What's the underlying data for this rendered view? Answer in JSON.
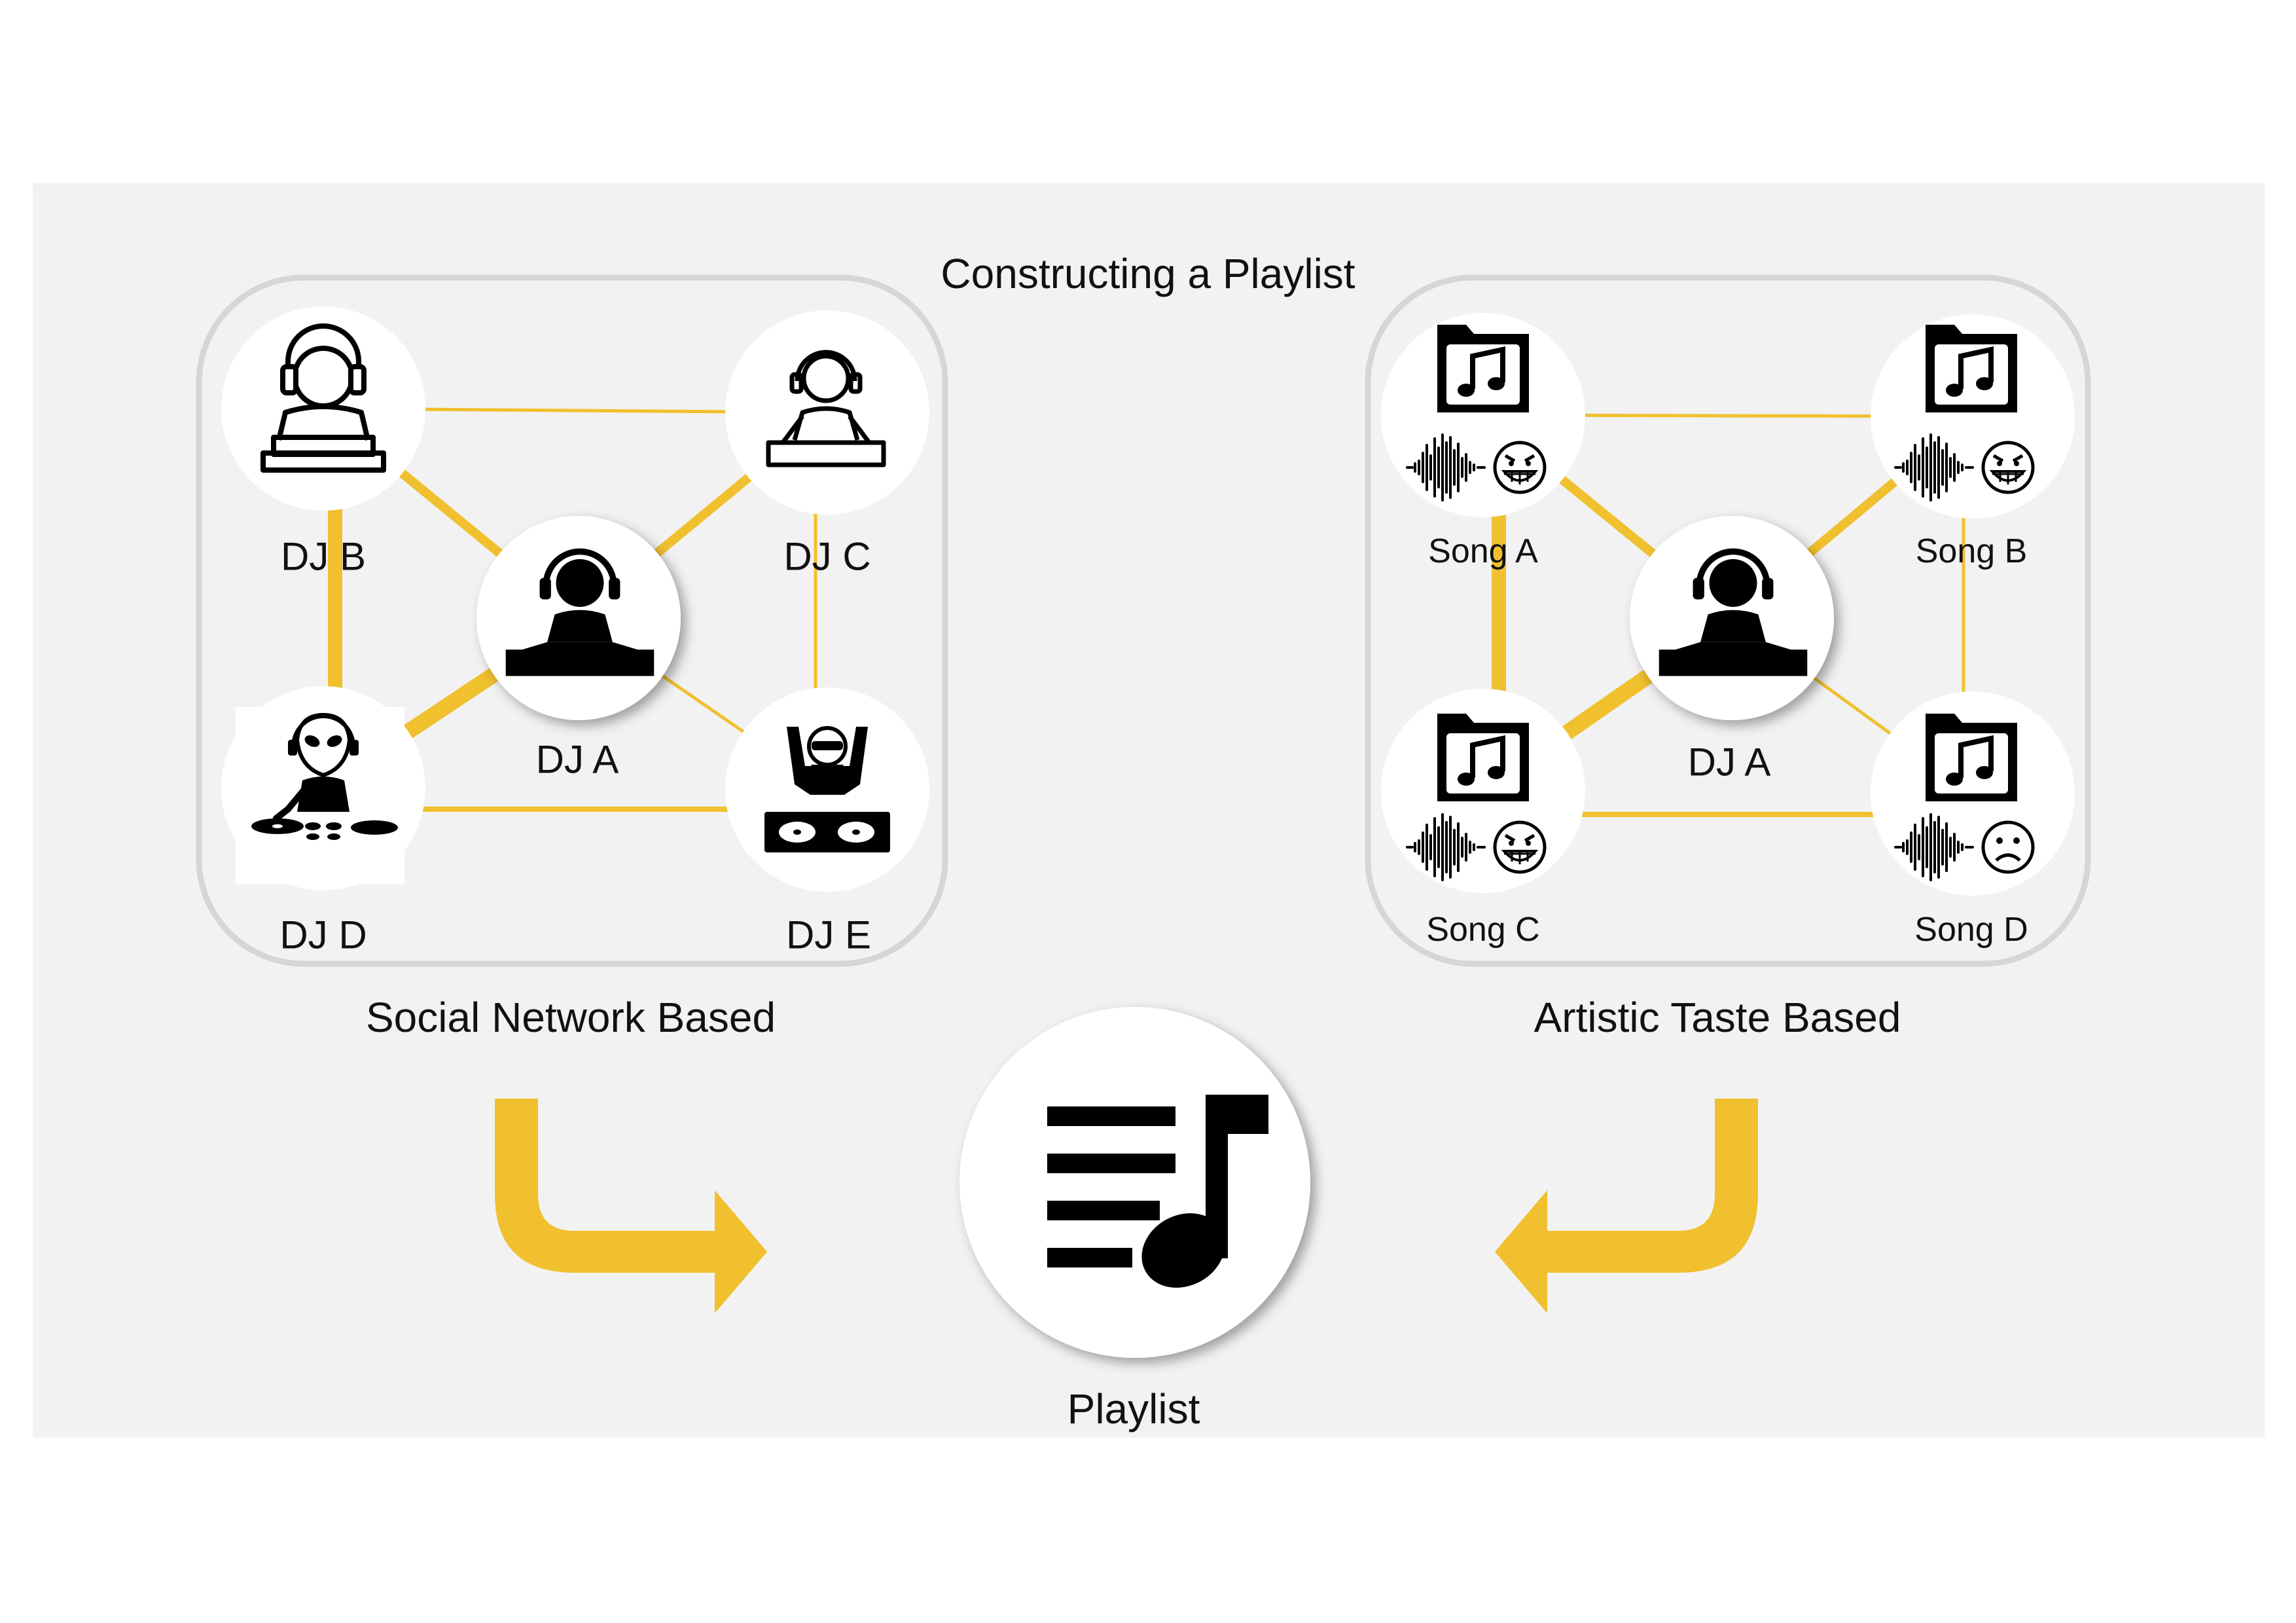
{
  "title": "Constructing a Playlist",
  "social": {
    "label": "Social Network Based",
    "center": "DJ A",
    "nodes": {
      "b": "DJ B",
      "c": "DJ C",
      "d": "DJ D",
      "e": "DJ E"
    }
  },
  "artistic": {
    "label": "Artistic Taste Based",
    "center": "DJ A",
    "songs": {
      "a": "Song A",
      "b": "Song B",
      "c": "Song C",
      "d": "Song D"
    }
  },
  "playlist": {
    "label": "Playlist"
  },
  "colors": {
    "accent": "#F0C02E",
    "panel": "#F2F2F2",
    "frame": "#D6D6D6",
    "ink": "#000000"
  },
  "icons": {
    "dj_a": "dj-headphones-icon",
    "dj_b": "dj-headset-outline-icon",
    "dj_c": "dj-outline-icon",
    "dj_d": "alien-dj-icon",
    "dj_e": "dj-turntables-icon",
    "song": "music-folder-icon",
    "wave": "sound-wave-icon",
    "grin": "grinning-face-icon",
    "frown": "frowning-face-icon",
    "playlist": "playlist-icon",
    "arrow": "curved-arrow-icon"
  }
}
